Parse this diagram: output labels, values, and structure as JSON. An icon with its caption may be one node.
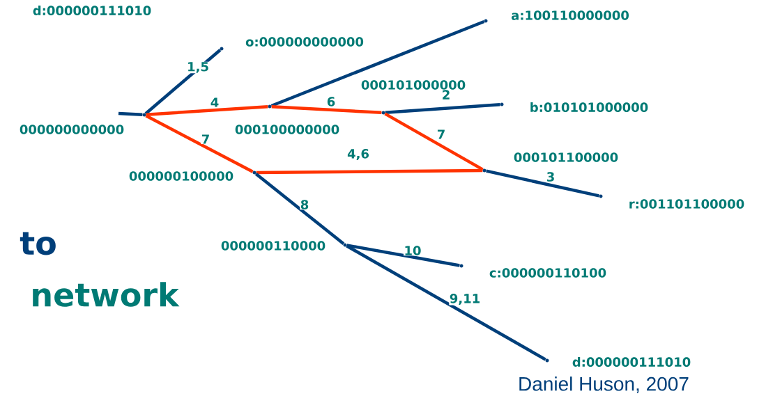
{
  "diagram": {
    "nodes": [
      {
        "text": [
          "000000000000"
        ]
      },
      {
        "text": [
          "o:000000000000"
        ]
      },
      {
        "text": [
          "000100000000"
        ]
      },
      {
        "text": [
          "a:100110000000"
        ]
      },
      {
        "text": [
          "000101000000"
        ]
      },
      {
        "text": [
          "b:010101000000"
        ]
      },
      {
        "text": [
          "000101100000"
        ]
      },
      {
        "text": [
          "r:001101100000"
        ]
      },
      {
        "text": [
          "000000100000"
        ]
      },
      {
        "text": [
          "000000110000"
        ]
      },
      {
        "text": [
          "c:000000110100"
        ]
      },
      {
        "text": [
          "d:000000111010"
        ]
      }
    ],
    "edges": [
      {
        "from": null,
        "to": 0,
        "arrow": "none"
      },
      {
        "from": 0,
        "to": 1,
        "arrow": "none",
        "label": "1,5"
      },
      {
        "from": 0,
        "to": 2,
        "arrow": "none",
        "label": "4",
        "color": "#ff3300"
      },
      {
        "from": 2,
        "to": 3,
        "arrow": "none"
      },
      {
        "from": 2,
        "to": 4,
        "arrow": "none",
        "label": "6",
        "color": "#ff3300"
      },
      {
        "from": 4,
        "to": 5,
        "arrow": "none",
        "label": "2"
      },
      {
        "from": 4,
        "to": 6,
        "arrow": "none",
        "label": "7",
        "color": "#ff3300"
      },
      {
        "from": 6,
        "to": 7,
        "arrow": "none",
        "label": "3"
      },
      {
        "from": 0,
        "to": 8,
        "arrow": "none",
        "label": "7",
        "color": "#ff3300"
      },
      {
        "from": 8,
        "to": 6,
        "arrow": "none",
        "label": "4,6",
        "color": "#ff3300"
      },
      {
        "from": 8,
        "to": 9,
        "arrow": "none",
        "label": "8"
      },
      {
        "from": 9,
        "to": 10,
        "arrow": "none",
        "label": "10"
      },
      {
        "from": 9,
        "to": 11,
        "arrow": "none",
        "label": "9,11"
      }
    ],
    "labels": [
      "d:000000111010",
      "to",
      "network",
      "Daniel Huson, 2007"
    ]
  }
}
